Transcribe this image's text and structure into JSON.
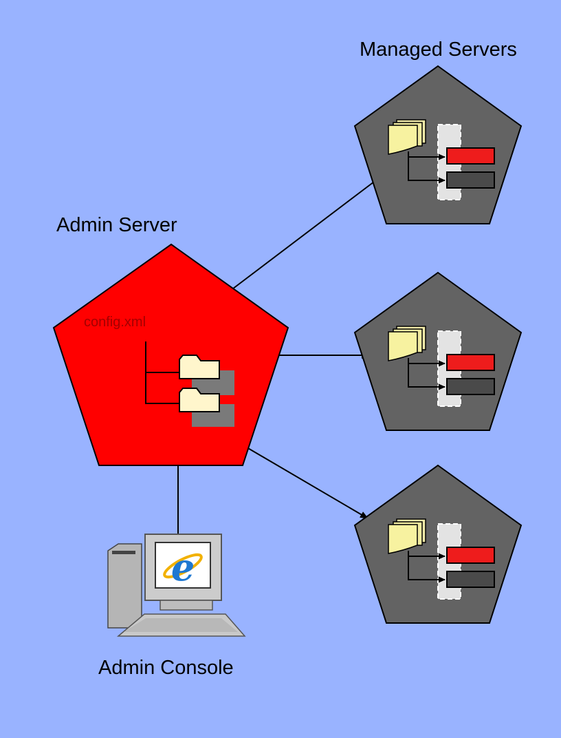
{
  "labels": {
    "managed_servers": "Managed Servers",
    "admin_server": "Admin Server",
    "admin_console": "Admin Console",
    "config_file": "config.xml",
    "browser_glyph": "e"
  },
  "colors": {
    "background": "#99b3ff",
    "admin_server_fill": "#ff0000",
    "managed_server_fill": "#636363",
    "folder_fill": "#fff6cc",
    "doc_fill": "#f7f2a0",
    "red_bar": "#ee1c1c",
    "dark_bar": "#4a4a4a",
    "computer_fill": "#c9c9c9",
    "browser_blue": "#1f78d1",
    "browser_gold": "#f2b100"
  },
  "icons": {
    "admin_config_folders": "folder-icon",
    "managed_deployment": "document-stack-icon",
    "console_computer": "desktop-computer-icon",
    "browser": "internet-explorer-icon"
  }
}
